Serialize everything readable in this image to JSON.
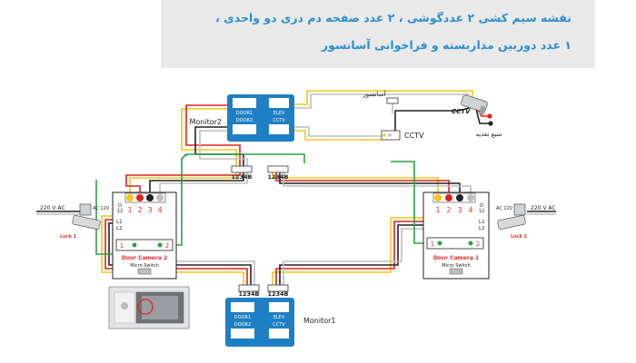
{
  "header": {
    "line1": "نقشه سیم کشی ۲ عددگوشی ، ۲ عدد صفحه دم  دری دو واحدی ،",
    "line2": "۱ عدد دوربین مداربسته و فراخوانی آسانسور"
  },
  "monitors": {
    "monitor1_label": "Monitor1",
    "monitor2_label": "Monitor2",
    "door1": "DOOR1",
    "door2": "DOOR2",
    "elev": "ELEV",
    "cctv": "CCTV",
    "connector": "1234B"
  },
  "external": {
    "elevator": "آسانسور",
    "cctv_box": "CCTV",
    "camera_cctv": "CCTV",
    "power_source": "منبع تغذیه"
  },
  "door_cameras": {
    "cam2_title": "Door Camera 2",
    "cam1_title": "Door Camera 1",
    "micro_switch": "Micro Switch",
    "power_label": "220 V  AC",
    "ac_label": "AC 12V",
    "l1": "L1",
    "l2": "L2",
    "o": "O",
    "twelve": "12",
    "t1": "1",
    "t2": "2",
    "t3": "3",
    "t4": "4",
    "lock1": "Lock 1",
    "lock2": "Lock 2"
  },
  "colors": {
    "monitor_blue": "#1f7fc4",
    "wire_yellow": "#f5c518",
    "wire_red": "#e02020",
    "wire_black": "#222222",
    "wire_gray": "#bdbdbd",
    "wire_green": "#2ea043",
    "title_blue": "#2b8fd0",
    "cam_red": "#e53030"
  }
}
